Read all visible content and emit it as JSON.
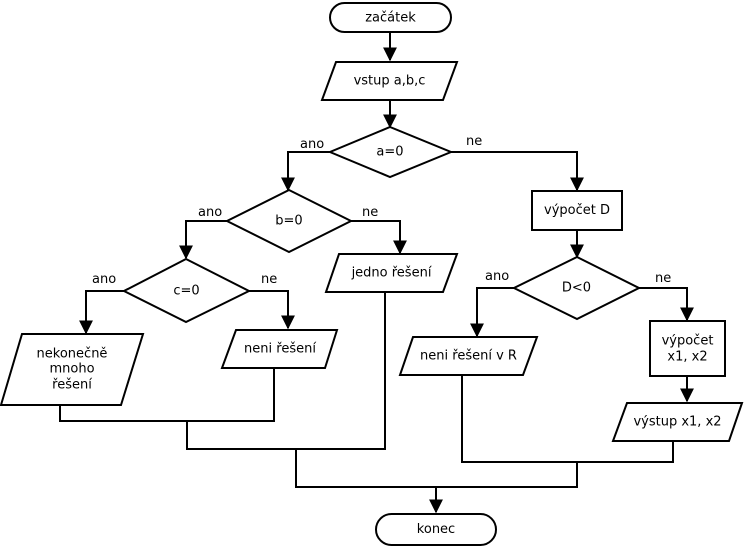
{
  "nodes": {
    "start": {
      "label": "začátek"
    },
    "input": {
      "label": "vstup a,b,c"
    },
    "cond_a": {
      "label": "a=0"
    },
    "cond_b": {
      "label": "b=0"
    },
    "cond_c": {
      "label": "c=0"
    },
    "compute_d": {
      "label": "výpočet D"
    },
    "cond_d": {
      "label": "D<0"
    },
    "one_solution": {
      "label": "jedno řešení"
    },
    "infinite_solutions": {
      "lines": [
        "nekonečně",
        "mnoho",
        "řešení"
      ]
    },
    "no_solution": {
      "label": "neni řešení"
    },
    "no_solution_r": {
      "label": "neni řešení v R"
    },
    "compute_x": {
      "lines": [
        "výpočet",
        "x1, x2"
      ]
    },
    "output_x": {
      "label": "výstup x1, x2"
    },
    "end": {
      "label": "konec"
    }
  },
  "edges": {
    "a_yes": "ano",
    "a_no": "ne",
    "b_yes": "ano",
    "b_no": "ne",
    "c_yes": "ano",
    "c_no": "ne",
    "d_yes": "ano",
    "d_no": "ne"
  }
}
